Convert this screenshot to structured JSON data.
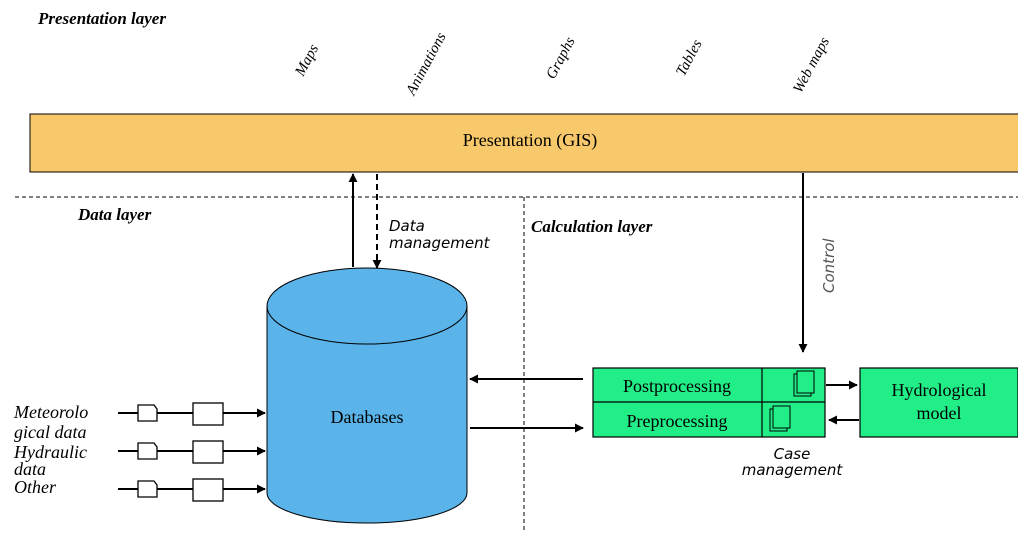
{
  "layers": {
    "presentation": "Presentation layer",
    "data": "Data layer",
    "calculation": "Calculation layer"
  },
  "outputs": [
    "Maps",
    "Animations",
    "Graphs",
    "Tables",
    "Web maps"
  ],
  "presentation_box": "Presentation (GIS)",
  "data_management": {
    "line1": "Data",
    "line2": "management"
  },
  "control": "Control",
  "databases": "Databases",
  "inputs": {
    "meteo_1": "Meteorolo",
    "meteo_2": "gical data",
    "hydraulic_1": "Hydraulic",
    "hydraulic_2": "data",
    "other": "Other"
  },
  "case_box": {
    "post": "Postprocessing",
    "pre": "Preprocessing"
  },
  "case_management": {
    "line1": "Case",
    "line2": "management"
  },
  "model": {
    "line1": "Hydrological",
    "line2": "model"
  },
  "colors": {
    "presentation_fill": "#f7c96b",
    "database_fill": "#5ab4ea",
    "green_fill": "#22ee88"
  }
}
